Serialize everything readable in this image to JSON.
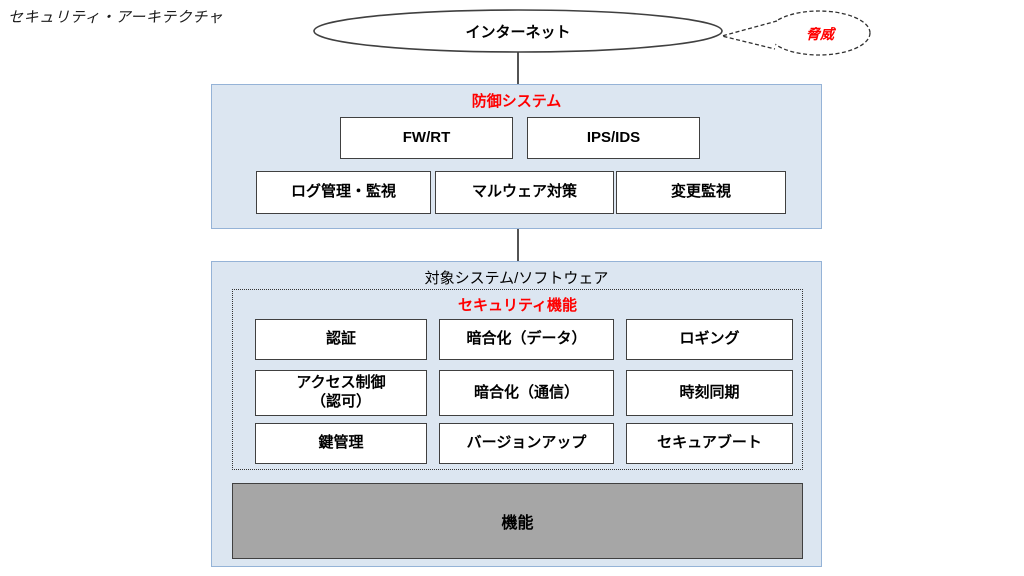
{
  "page_title": "セキュリティ・アーキテクチャ",
  "internet": {
    "label": "インターネット"
  },
  "threat": {
    "label": "脅威"
  },
  "defense_system": {
    "title": "防御システム",
    "row1": [
      "FW/RT",
      "IPS/IDS"
    ],
    "row2": [
      "ログ管理・監視",
      "マルウェア対策",
      "変更監視"
    ]
  },
  "target_system": {
    "title": "対象システム/ソフトウェア",
    "security_functions": {
      "title": "セキュリティ機能",
      "rows": [
        [
          "認証",
          "暗合化（データ）",
          "ロギング"
        ],
        [
          "アクセス制御\n（認可）",
          "暗合化（通信）",
          "時刻同期"
        ],
        [
          "鍵管理",
          "バージョンアップ",
          "セキュアブート"
        ]
      ]
    },
    "function_label": "機能"
  },
  "colors": {
    "accent_red": "#ff0000",
    "panel_fill": "#dce6f1",
    "panel_border": "#95b3d7",
    "box_border": "#404040",
    "function_fill": "#a6a6a6"
  }
}
